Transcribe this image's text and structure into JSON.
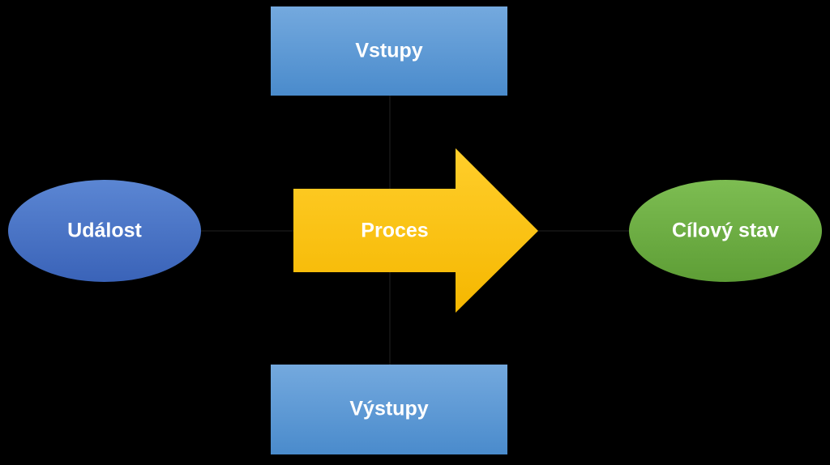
{
  "diagram": {
    "nodes": {
      "event": {
        "label": "Událost",
        "shape": "ellipse",
        "color": "#4472C4"
      },
      "inputs": {
        "label": "Vstupy",
        "shape": "rectangle",
        "color": "#5B9BD5"
      },
      "process": {
        "label": "Proces",
        "shape": "block-arrow-right",
        "color": "#FFC000"
      },
      "outputs": {
        "label": "Výstupy",
        "shape": "rectangle",
        "color": "#5B9BD5"
      },
      "goal": {
        "label": "Cílový stav",
        "shape": "ellipse",
        "color": "#70AD47"
      }
    },
    "connectors": [
      {
        "from": "event",
        "to": "process"
      },
      {
        "from": "inputs",
        "to": "process"
      },
      {
        "from": "process",
        "to": "outputs"
      },
      {
        "from": "process",
        "to": "goal"
      }
    ]
  }
}
